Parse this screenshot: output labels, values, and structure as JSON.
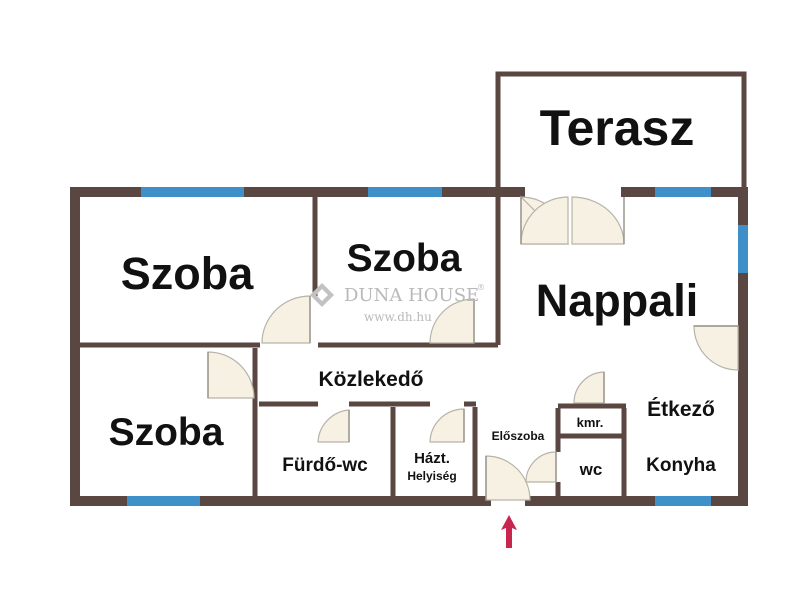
{
  "rooms": {
    "terrace": "Terasz",
    "room_top_left": "Szoba",
    "room_top_middle": "Szoba",
    "living_room": "Nappali",
    "room_bottom_left": "Szoba",
    "corridor": "Közlekedő",
    "bathroom": "Fürdő-wc",
    "utility_line1": "Házt.",
    "utility_line2": "Helyiség",
    "entrance_hall": "Előszoba",
    "pantry": "kmr.",
    "toilet": "wc",
    "dining": "Étkező",
    "kitchen": "Konyha"
  },
  "watermark": {
    "brand": "DUNA HOUSE",
    "registered": "®",
    "url": "www.dh.hu"
  },
  "entrance_arrow_icon": "arrow-up-icon",
  "colors": {
    "wall": "#5a4742",
    "window": "#3f8fc8",
    "door_fill": "#f6f1e3",
    "entrance_arrow": "#c8264f"
  }
}
